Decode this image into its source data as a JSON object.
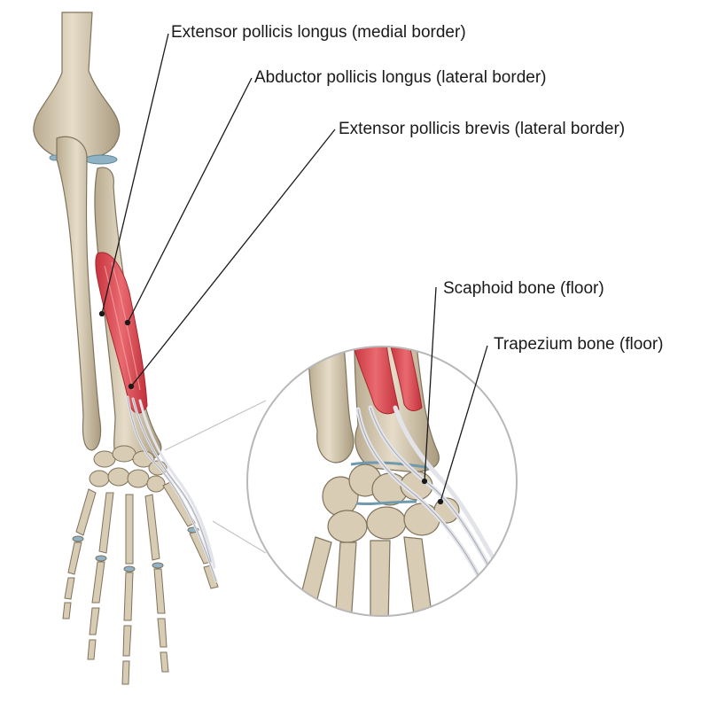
{
  "labels": {
    "epl": "Extensor pollicis longus (medial border)",
    "apl": "Abductor pollicis longus (lateral border)",
    "epb": "Extensor pollicis brevis (lateral border)",
    "scaphoid": "Scaphoid bone (floor)",
    "trapezium": "Trapezium bone (floor)"
  },
  "colors": {
    "bone": "#ddd2bd",
    "bone_shade": "#b9ab90",
    "bone_outline": "#7f735c",
    "muscle": "#d9474f",
    "muscle_light": "#ea8a8e",
    "tendon": "#e9eaee",
    "cartilage": "#8fb3c4",
    "leader": "#1a1a1a",
    "magnifier_ring": "#b8b8b8"
  }
}
